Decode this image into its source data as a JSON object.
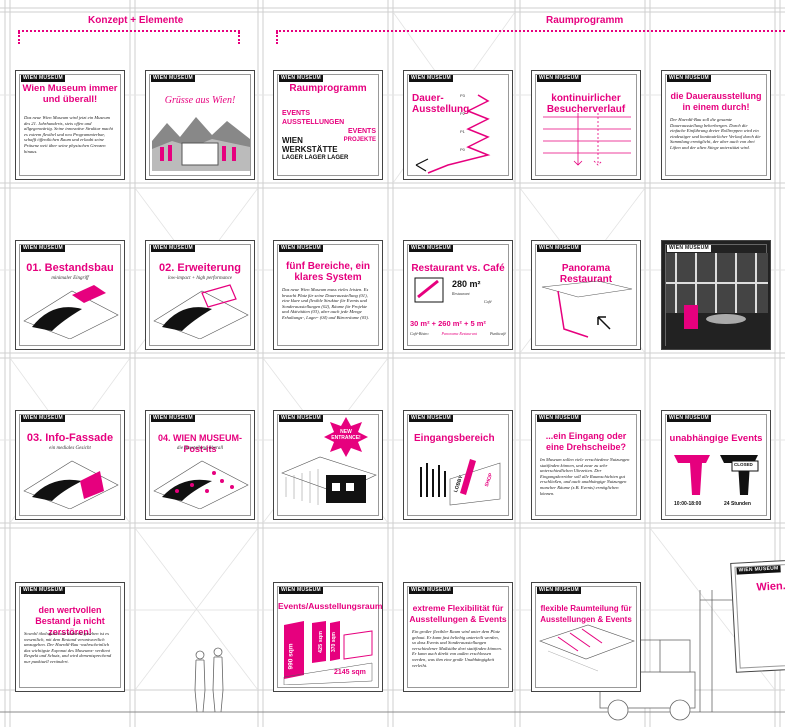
{
  "headers": {
    "left": "Konzept + Elemente",
    "right": "Raumprogramm"
  },
  "logo": "WIEN MUSEUM",
  "panels": {
    "p1": {
      "title": "Wien Museum immer und überall!",
      "body": "Das neue Wien Museum wird jetzt ein Museum des 21. Jahrhunderts, stets offen und allgegenwärtig. Seine innovative Struktur macht es extrem flexibel und neu Programmierbar, schafft öffentlichen Raum und erlaubt seine Präsenz weit über seine physischen Grenzen hinaus."
    },
    "p2": {
      "title": "Grüsse aus Wien!"
    },
    "p3": {
      "title": "Raumprogramm",
      "words": [
        "EVENTS",
        "AUSSTELLUNGEN",
        "EVENTS",
        "WIEN",
        "PROJEKTE",
        "WERKSTÄTTE",
        "LAGER LAGER LAGER"
      ]
    },
    "p4": {
      "title": "Dauer-Ausstellung",
      "levels": [
        "P3",
        "P2",
        "P1",
        "P0"
      ]
    },
    "p5": {
      "title": "kontinuirlicher Besucherverlauf"
    },
    "p6": {
      "title": "die Dauerausstellung in einem durch!",
      "body": "Der Haerdtl-Bau soll die gesamte Dauerausstellung beherbergen. Durch die einfache Einführung dreier Rolltreppen wird ein eindeutiger und kontinuirlicher Verlauf durch die Sammlung ermöglicht, der aber auch von drei Liften und der alten Stiege unterstützt wird."
    },
    "p7": {
      "title": "01. Bestandsbau",
      "subtitle": "minimaler Eingriff"
    },
    "p8": {
      "title": "02. Erweiterung",
      "subtitle": "low-impact + high performance"
    },
    "p9": {
      "title": "fünf Bereiche, ein klares System",
      "body": "Das neue Wien Museum muss vieles leisten. Es braucht Platz für seine Dauerausstellung (01), eine klare und flexible Struktur für Events und Sonderausstellungen (02), Räume für Projekte und Aktivitäten (03), aber auch jede Menge Erhaltungs-, Lager- (04) und Bürorräume (05)."
    },
    "p10": {
      "title": "Restaurant vs. Café",
      "area_main": "280 m²",
      "area_main_label": "Restaurant",
      "cafe_label": "Café",
      "formula": "30 m² + 260 m² + 5 m²",
      "labels": [
        "Café-Bistro",
        "Panorama Restaurant",
        "Punktcafé"
      ]
    },
    "p11": {
      "title": "Panorama Restaurant"
    },
    "p13": {
      "title": "03. Info-Fassade",
      "subtitle": "ein mediales Gesicht"
    },
    "p14": {
      "title": "04. WIEN MUSEUM-Post-its",
      "subtitle": "die Ausstellung überall"
    },
    "p15": {
      "badge": "NEW ENTRANCE!"
    },
    "p16": {
      "title": "Eingangsbereich",
      "tag1": "LOBBY",
      "tag2": "SHOP"
    },
    "p17": {
      "title": "...ein Eingang oder eine Drehscheibe?",
      "body": "Im Museum sollen viele verschiedene Nutzungen stattfinden können, und zwar zu sehr unterschiedlichen Uhrzeiten. Der Eingangskorridor soll alle Raumschichten gut erschließen, und auch unabhängige Nutzungen mancher Räume (z.B. Events) ermöglichen können."
    },
    "p18": {
      "title": "unabhängige Events",
      "sign": "CLOSED",
      "time": "10:00-18:00",
      "hours": "24 Stunden"
    },
    "p19": {
      "title": "den wertvollen Bestand ja nicht zerstören!",
      "body": "Sowohl ökologisch wie kulturell gesehen ist es wesentlich, mit dem Bestand verantwortlich umzugehen. Der Haerdtl-Bau -wahrscheinlich das wichtigste Exponat des Museums- verdient Respekt und Schutz, und wird dementsprechend nur punktuell verändert."
    },
    "p20": {
      "title": "Events/Ausstellungsraum",
      "figures": [
        "990 sqm",
        "425 sqm",
        "370 sqm",
        "2145 sqm"
      ]
    },
    "p21": {
      "title": "extreme Flexibilität für Ausstellungen & Events",
      "body": "Ein großer flexibler Raum wird unter dem Platz gebaut. Er kann fast beliebig unterteilt werden, so dass Events und Sonderausstellungen verschiedener Maßstäbe dort stattfinden können. Er kann auch direkt von außen erschlossen werden, was ihm eine große Unabhängigkeit verleiht."
    },
    "p22": {
      "title": "flexible Raumteilung für Ausstellungen & Events"
    },
    "p23": {
      "title": "Wien.M"
    }
  },
  "colors": {
    "accent": "#e6007e",
    "line": "#444444",
    "grid": "#cfcfcf"
  }
}
